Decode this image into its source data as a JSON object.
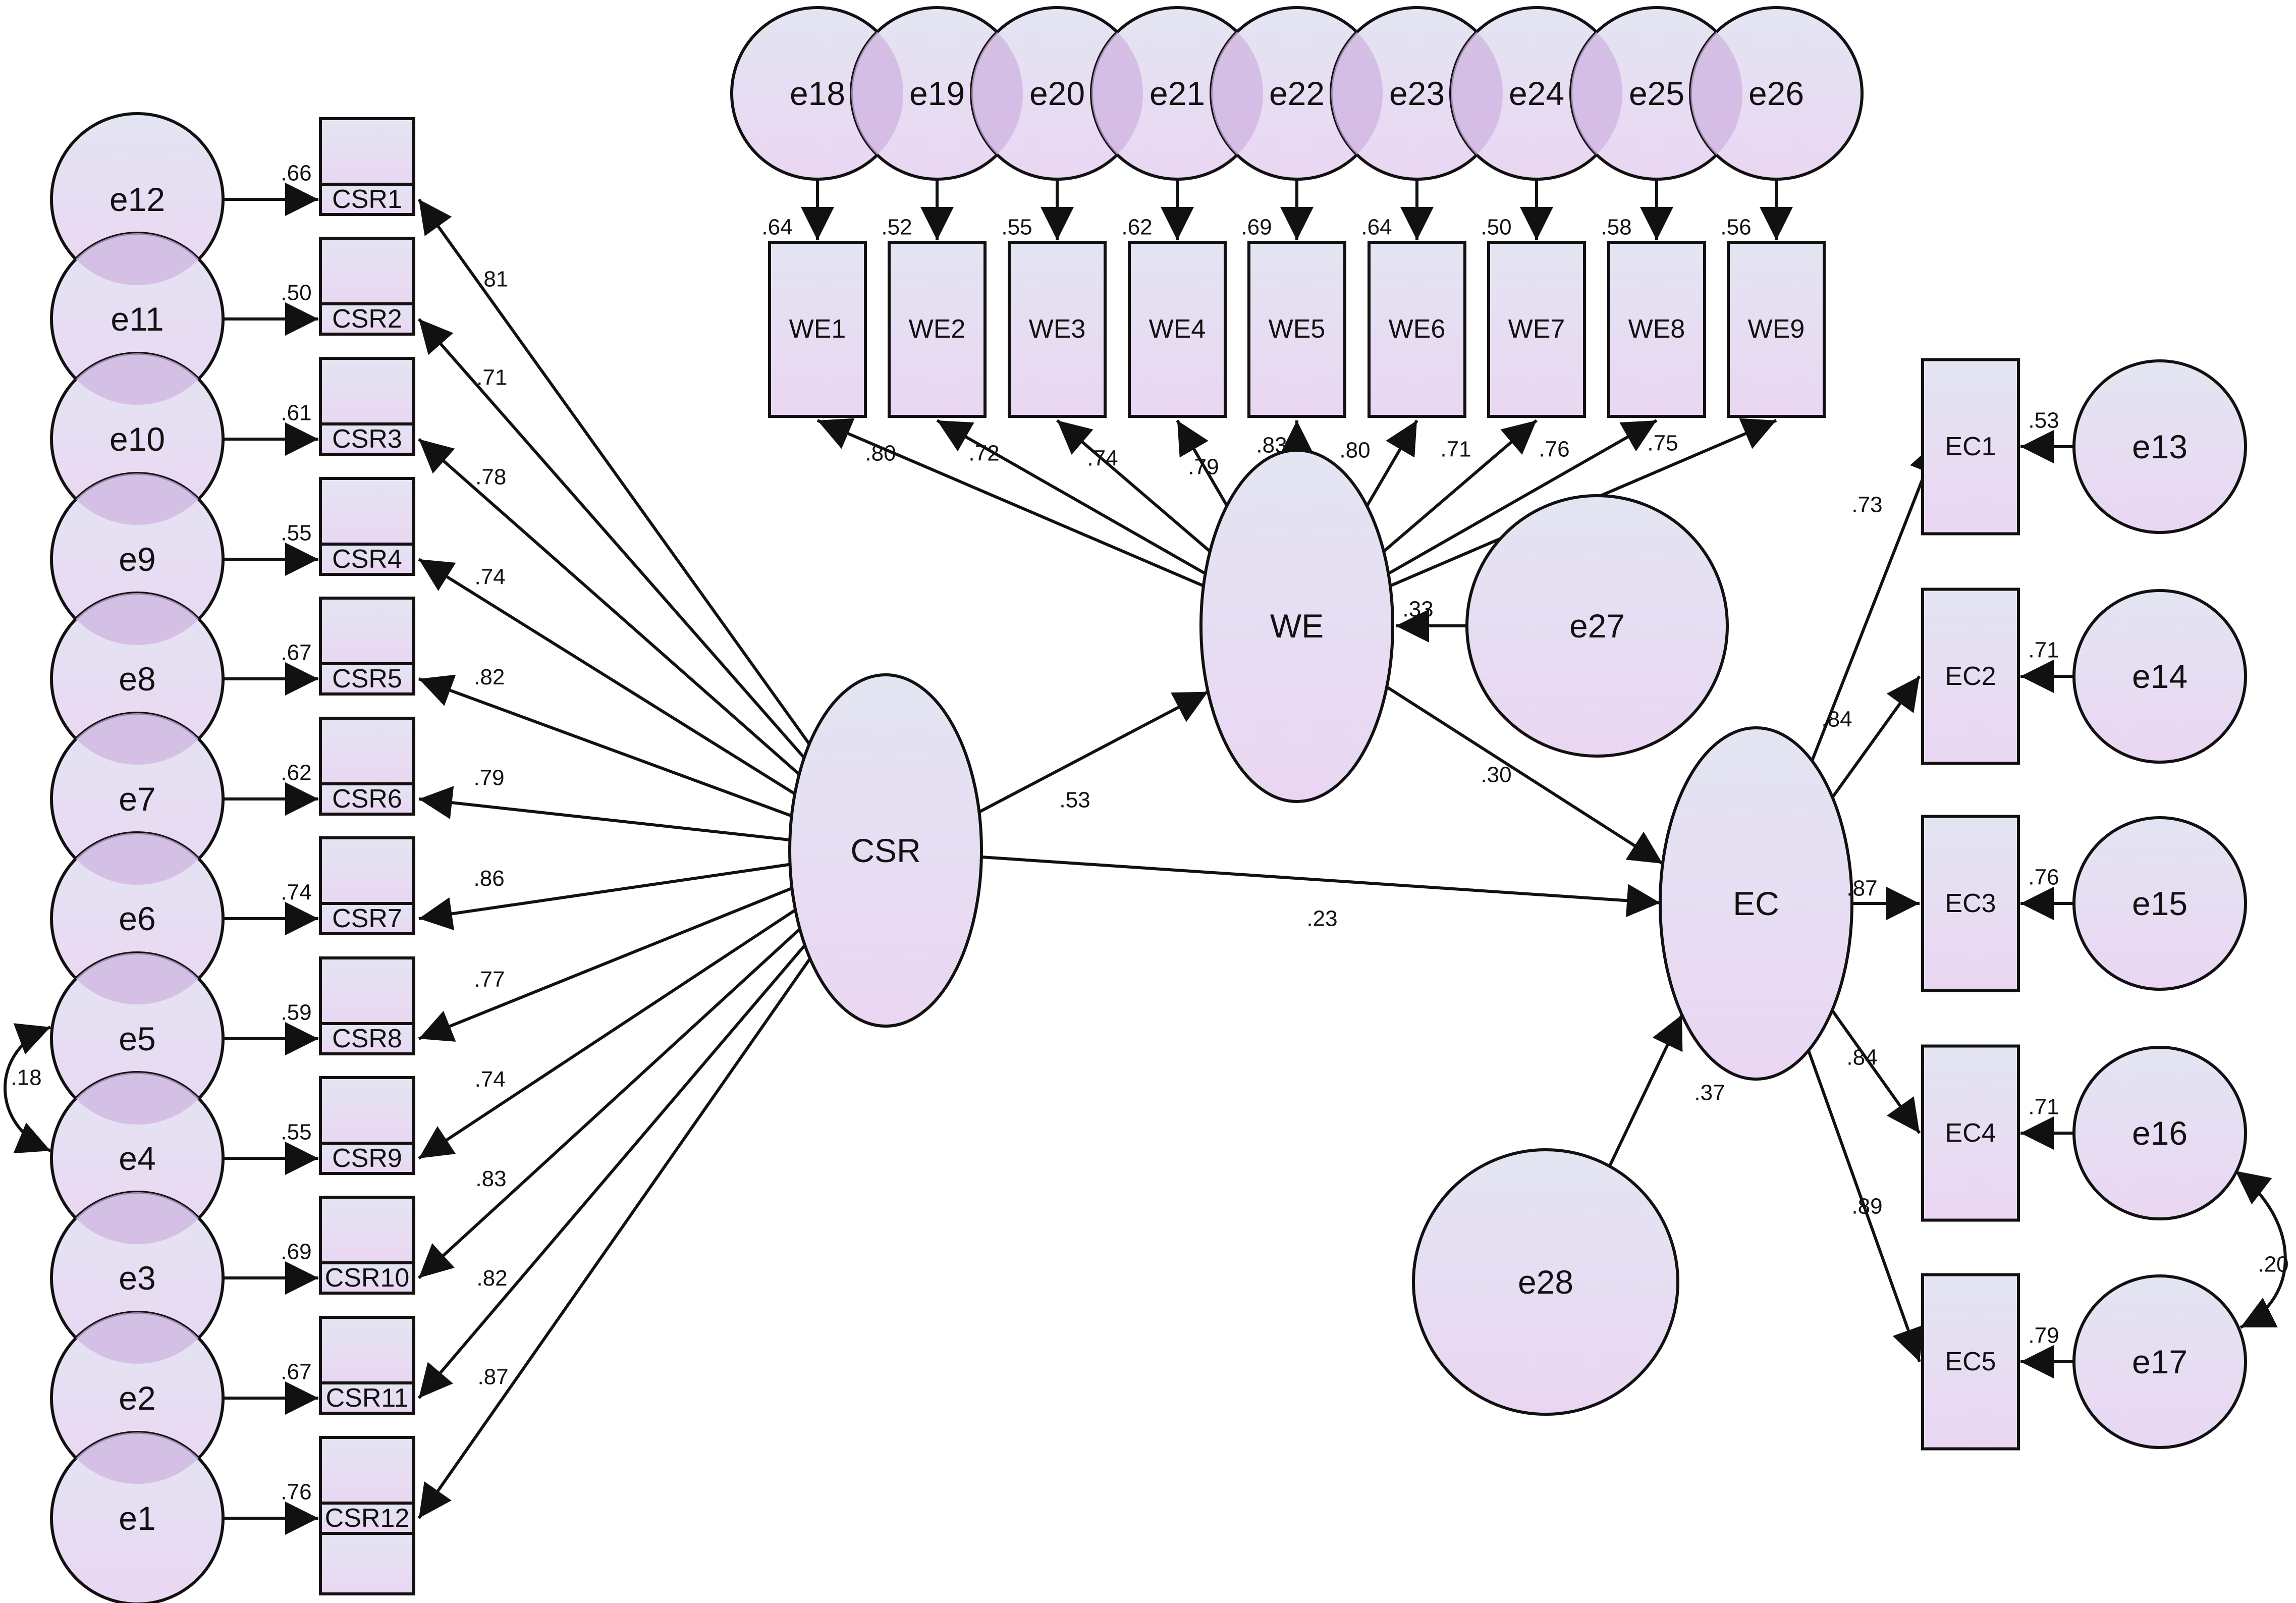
{
  "colors": {
    "fill_top": "#e3e5f2",
    "fill_bottom": "#ead6f2",
    "stroke": "#111111",
    "text": "#111111"
  },
  "nodes": {
    "CSR": "CSR",
    "WE": "WE",
    "EC": "EC",
    "e1": "e1",
    "e2": "e2",
    "e3": "e3",
    "e4": "e4",
    "e5": "e5",
    "e6": "e6",
    "e7": "e7",
    "e8": "e8",
    "e9": "e9",
    "e10": "e10",
    "e11": "e11",
    "e12": "e12",
    "e13": "e13",
    "e14": "e14",
    "e15": "e15",
    "e16": "e16",
    "e17": "e17",
    "e18": "e18",
    "e19": "e19",
    "e20": "e20",
    "e21": "e21",
    "e22": "e22",
    "e23": "e23",
    "e24": "e24",
    "e25": "e25",
    "e26": "e26",
    "e27": "e27",
    "e28": "e28",
    "CSR1": "CSR1",
    "CSR2": "CSR2",
    "CSR3": "CSR3",
    "CSR4": "CSR4",
    "CSR5": "CSR5",
    "CSR6": "CSR6",
    "CSR7": "CSR7",
    "CSR8": "CSR8",
    "CSR9": "CSR9",
    "CSR10": "CSR10",
    "CSR11": "CSR11",
    "CSR12": "CSR12",
    "WE1": "WE1",
    "WE2": "WE2",
    "WE3": "WE3",
    "WE4": "WE4",
    "WE5": "WE5",
    "WE6": "WE6",
    "WE7": "WE7",
    "WE8": "WE8",
    "WE9": "WE9",
    "EC1": "EC1",
    "EC2": "EC2",
    "EC3": "EC3",
    "EC4": "EC4",
    "EC5": "EC5"
  },
  "loadings": {
    "CSR1": ".81",
    "CSR2": ".71",
    "CSR3": ".78",
    "CSR4": ".74",
    "CSR5": ".82",
    "CSR6": ".79",
    "CSR7": ".86",
    "CSR8": ".77",
    "CSR9": ".74",
    "CSR10": ".83",
    "CSR11": ".82",
    "CSR12": ".87",
    "WE1": ".80",
    "WE2": ".72",
    "WE3": ".74",
    "WE4": ".79",
    "WE5": ".83",
    "WE6": ".80",
    "WE7": ".71",
    "WE8": ".76",
    "WE9": ".75",
    "EC1": ".73",
    "EC2": ".84",
    "EC3": ".87",
    "EC4": ".84",
    "EC5": ".89"
  },
  "r2": {
    "CSR1": ".66",
    "CSR2": ".50",
    "CSR3": ".61",
    "CSR4": ".55",
    "CSR5": ".67",
    "CSR6": ".62",
    "CSR7": ".74",
    "CSR8": ".59",
    "CSR9": ".55",
    "CSR10": ".69",
    "CSR11": ".67",
    "CSR12": ".76",
    "WE1": ".64",
    "WE2": ".52",
    "WE3": ".55",
    "WE4": ".62",
    "WE5": ".69",
    "WE6": ".64",
    "WE7": ".50",
    "WE8": ".58",
    "WE9": ".56",
    "EC1": ".53",
    "EC2": ".71",
    "EC3": ".76",
    "EC4": ".71",
    "EC5": ".79",
    "WE": ".33",
    "EC": ".37"
  },
  "paths": {
    "CSR_WE": ".53",
    "WE_EC": ".30",
    "CSR_EC": ".23"
  },
  "covariances": {
    "e4_e5": ".18",
    "e16_e17": ".20"
  }
}
